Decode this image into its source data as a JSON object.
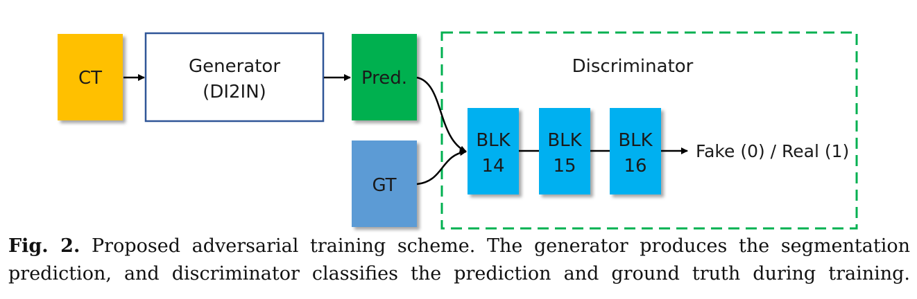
{
  "diagram": {
    "ct": {
      "label": "CT"
    },
    "generator": {
      "line1": "Generator",
      "line2": "(DI2IN)"
    },
    "pred": {
      "label": "Pred."
    },
    "gt": {
      "label": "GT"
    },
    "discriminator": {
      "title": "Discriminator"
    },
    "blocks": [
      {
        "line1": "BLK",
        "line2": "14"
      },
      {
        "line1": "BLK",
        "line2": "15"
      },
      {
        "line1": "BLK",
        "line2": "16"
      }
    ],
    "output": {
      "label": "Fake (0) / Real (1)"
    },
    "colors": {
      "ct": "#FFC000",
      "generator_border": "#2F5597",
      "pred": "#00B050",
      "gt": "#5B9BD5",
      "block": "#00B0F0",
      "discriminator_border": "#00B050",
      "arrow": "#000000"
    }
  },
  "caption": {
    "label": "Fig. 2.",
    "text": "Proposed adversarial training scheme. The generator produces the segmentation prediction, and discriminator classifies the prediction and ground truth during training."
  }
}
